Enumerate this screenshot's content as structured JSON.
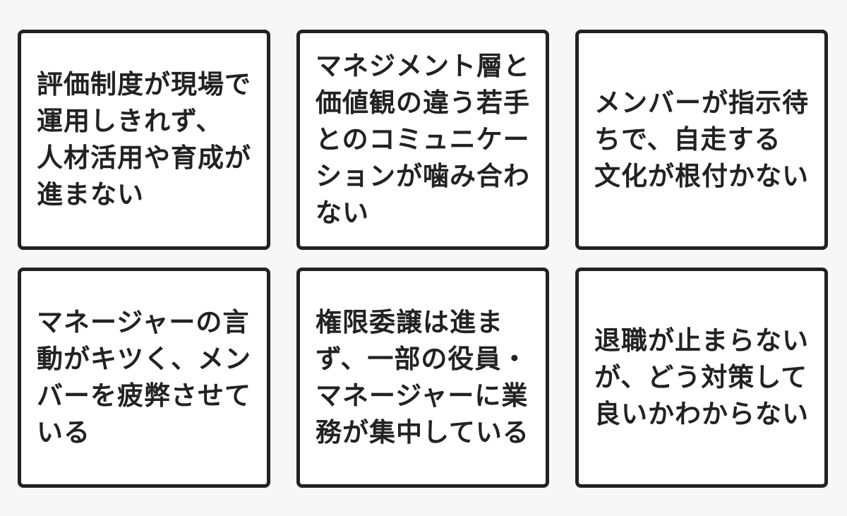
{
  "colors": {
    "background": "#f7f7f7",
    "card_background": "#ffffff",
    "card_border": "#222222",
    "text": "#222222"
  },
  "cards": [
    {
      "text": "評価制度が現場で\n運用しきれず、\n人材活用や育成が\n進まない"
    },
    {
      "text": "マネジメント層と\n価値観の違う若手\nとのコミュニケー\nションが噛み合わ\nない"
    },
    {
      "text": "メンバーが指示待\nちで、自走する\n文化が根付かない"
    },
    {
      "text": "マネージャーの言\n動がキツく、メン\nバーを疲弊させて\nいる"
    },
    {
      "text": "権限委譲は進ま\nず、一部の役員・\nマネージャーに業\n務が集中している"
    },
    {
      "text": "退職が止まらない\nが、どう対策して\n良いかわからない"
    }
  ]
}
